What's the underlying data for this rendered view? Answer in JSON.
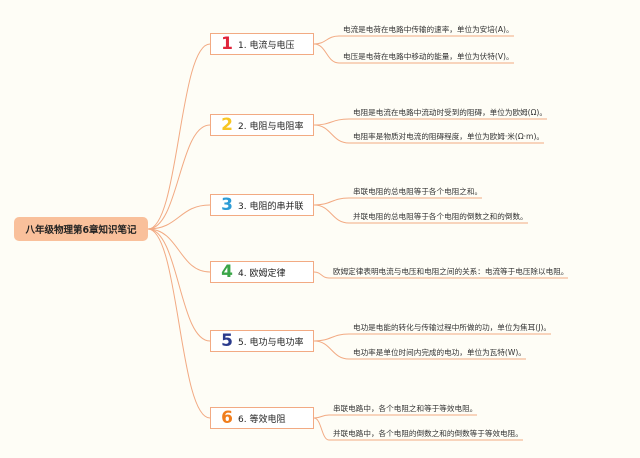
{
  "root": {
    "title": "八年级物理第6章知识笔记"
  },
  "topics": [
    {
      "number": "1",
      "label": "1. 电流与电压",
      "color": "#e0253c",
      "details": [
        "电流是电荷在电路中传输的速率，单位为安培(A)。",
        "电压是电荷在电路中移动的能量，单位为伏特(V)。"
      ]
    },
    {
      "number": "2",
      "label": "2. 电阻与电阻率",
      "color": "#f7c623",
      "details": [
        "电阻是电流在电路中流动时受到的阻碍，单位为欧姆(Ω)。",
        "电阻率是物质对电流的阻碍程度，单位为欧姆·米(Ω·m)。"
      ]
    },
    {
      "number": "3",
      "label": "3. 电阻的串并联",
      "color": "#2b9bd6",
      "details": [
        "串联电阻的总电阻等于各个电阻之和。",
        "并联电阻的总电阻等于各个电阻的倒数之和的倒数。"
      ]
    },
    {
      "number": "4",
      "label": "4. 欧姆定律",
      "color": "#3aa548",
      "details": [
        "欧姆定律表明电流与电压和电阻之间的关系：电流等于电压除以电阻。"
      ]
    },
    {
      "number": "5",
      "label": "5. 电功与电功率",
      "color": "#2a3a8c",
      "details": [
        "电功是电能的转化与传输过程中所做的功，单位为焦耳(J)。",
        "电功率是单位时间内完成的电功，单位为瓦特(W)。"
      ]
    },
    {
      "number": "6",
      "label": "6. 等效电阻",
      "color": "#f07d1c",
      "details": [
        "串联电路中，各个电阻之和等于等效电阻。",
        "并联电路中，各个电阻的倒数之和的倒数等于等效电阻。"
      ]
    }
  ],
  "colors": {
    "background": "#fefdf6",
    "root_fill": "#f9c09b",
    "connector": "#f2aa83"
  }
}
